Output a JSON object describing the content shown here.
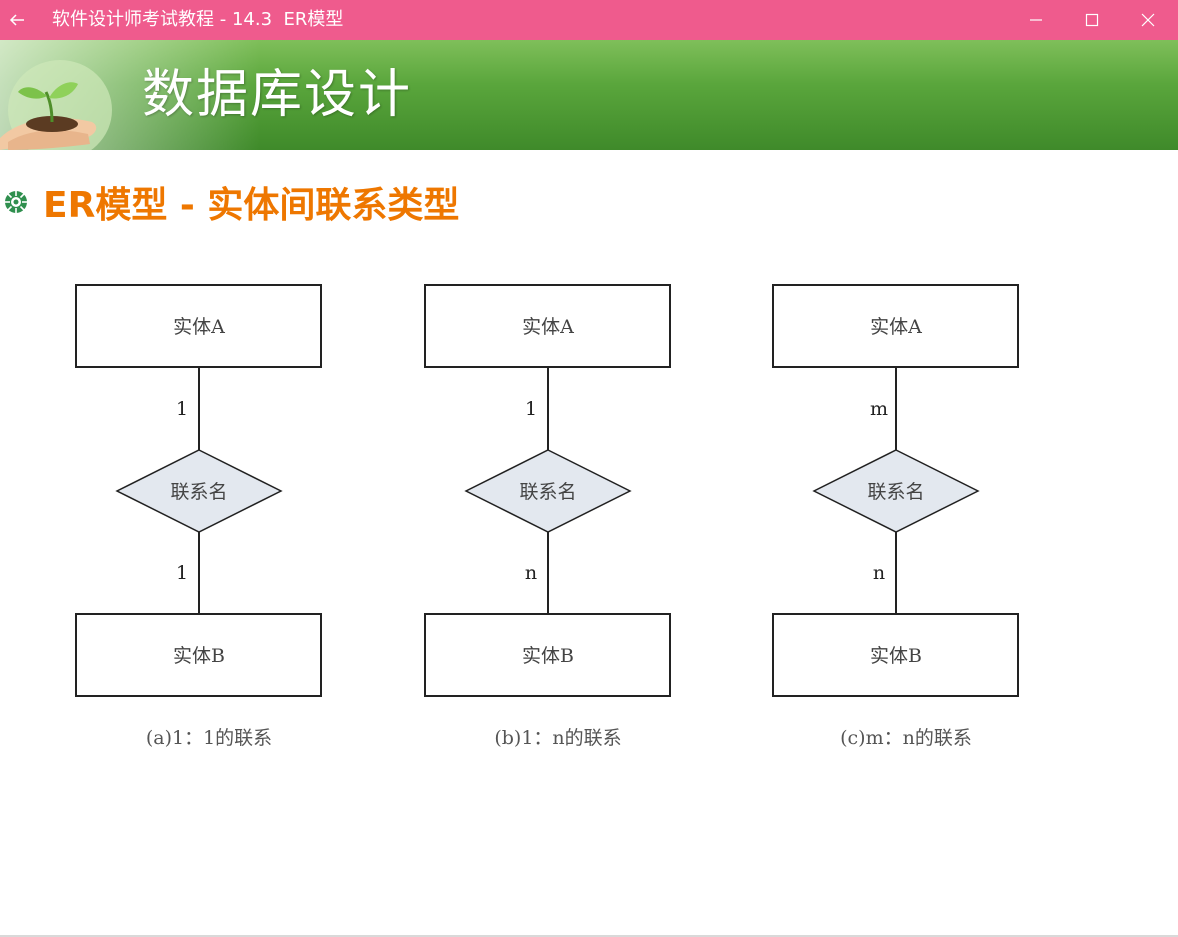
{
  "window": {
    "title": "软件设计师考试教程 - 14.3  ER模型"
  },
  "slide": {
    "heading": "数据库设计",
    "section_title": "ER模型 - 实体间联系类型"
  },
  "diagrams": [
    {
      "entity_top": "实体A",
      "relationship": "联系名",
      "entity_bottom": "实体B",
      "card_top": "1",
      "card_bottom": "1",
      "caption": "(a)1：1的联系"
    },
    {
      "entity_top": "实体A",
      "relationship": "联系名",
      "entity_bottom": "实体B",
      "card_top": "1",
      "card_bottom": "n",
      "caption": "(b)1：n的联系"
    },
    {
      "entity_top": "实体A",
      "relationship": "联系名",
      "entity_bottom": "实体B",
      "card_top": "m",
      "card_bottom": "n",
      "caption": "(c)m：n的联系"
    }
  ],
  "colors": {
    "titlebar": "#ef5b8d",
    "banner_green": "#4e9a33",
    "section_title_orange": "#ee7700",
    "diamond_fill": "#e3e8ef"
  },
  "icons": {
    "back": "arrow-left-icon",
    "minimize": "minimize-icon",
    "maximize": "maximize-icon",
    "close": "close-icon",
    "logo": "seedling-in-hands-icon",
    "bullet": "flower-bullet-icon"
  }
}
